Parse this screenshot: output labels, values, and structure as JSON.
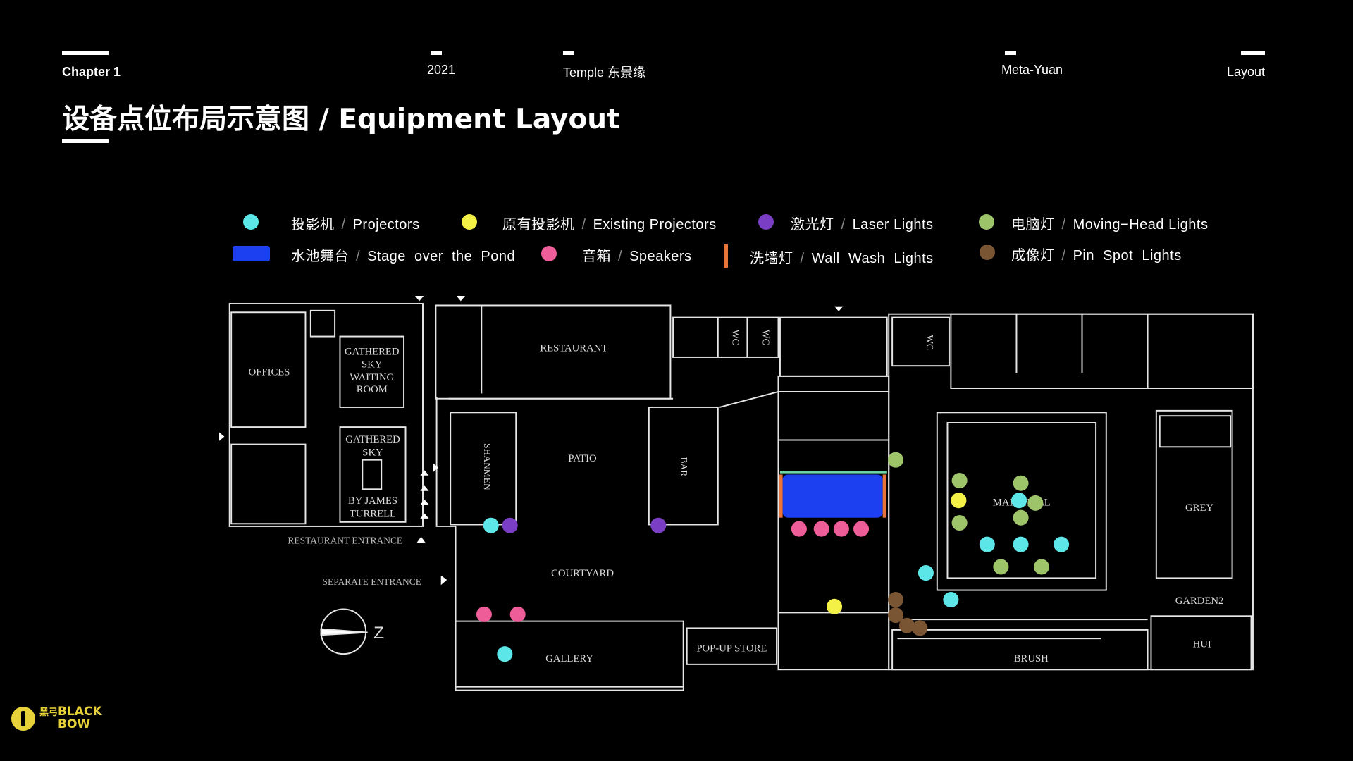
{
  "header": {
    "chapter": "Chapter 1",
    "year": "2021",
    "project": "Temple 东景缘",
    "client": "Meta-Yuan",
    "section": "Layout"
  },
  "title": "设备点位布局示意图 / Equipment Layout",
  "legend": {
    "projectors": {
      "zh": "投影机",
      "en": "Projectors",
      "color": "#5ce6e8"
    },
    "existing_projectors": {
      "zh": "原有投影机",
      "en": "Existing Projectors",
      "color": "#f3f046"
    },
    "laser_lights": {
      "zh": "激光灯",
      "en": "Laser Lights",
      "color": "#7a3ec4"
    },
    "moving_head_lights": {
      "zh": "电脑灯",
      "en": "Moving−Head Lights",
      "color": "#9ec46a"
    },
    "stage_over_pond": {
      "zh": "水池舞台",
      "en": "Stage  over  the  Pond",
      "color": "#1c3ff0"
    },
    "speakers": {
      "zh": "音箱",
      "en": "Speakers",
      "color": "#ee5d98"
    },
    "wall_wash_lights": {
      "zh": "洗墙灯",
      "en": "Wall  Wash  Lights",
      "color": "#e8743a"
    },
    "pin_spot_lights": {
      "zh": "成像灯",
      "en": "Pin  Spot  Lights",
      "color": "#7a5533"
    },
    "separator": "/"
  },
  "floorplan": {
    "rooms": {
      "offices": "OFFICES",
      "waiting_room": [
        "GATHERED",
        "SKY",
        "WAITING",
        "ROOM"
      ],
      "gathered_sky": [
        "GATHERED",
        "SKY"
      ],
      "turrell": [
        "BY JAMES",
        "TURRELL"
      ],
      "restaurant": "RESTAURANT",
      "wc1": "WC",
      "wc2": "WC",
      "wc3": "WC",
      "shanmen": "SHANMEN",
      "patio": "PATIO",
      "bar": "BAR",
      "courtyard": "COURTYARD",
      "gallery": "GALLERY",
      "popup_store": "POP-UP STORE",
      "main_hall": "MAIN HALL",
      "grey": "GREY",
      "garden2": "GARDEN2",
      "hui": "HUI",
      "brush": "BRUSH"
    },
    "entrances": {
      "restaurant": "RESTAURANT ENTRANCE",
      "separate": "SEPARATE ENTRANCE"
    },
    "compass_label": "Z"
  },
  "logo": {
    "zh": "黑弓",
    "line1": "BLACK",
    "line2": "BOW"
  }
}
